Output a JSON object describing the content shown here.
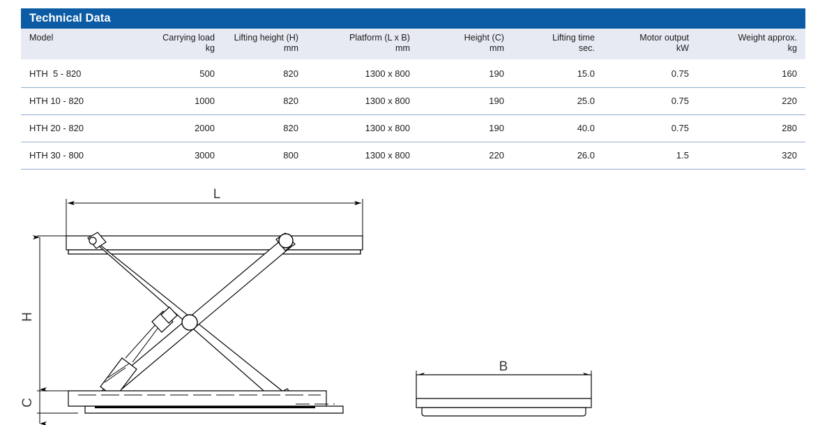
{
  "table": {
    "title": "Technical Data",
    "accent_color": "#0b5ca5",
    "header_bg": "#e8eaf3",
    "rule_color": "#8faccb",
    "columns": [
      {
        "label": "Model",
        "unit": "",
        "align": "left"
      },
      {
        "label": "Carrying load",
        "unit": "kg",
        "align": "right"
      },
      {
        "label": "Lifting height (H)",
        "unit": "mm",
        "align": "right"
      },
      {
        "label": "Platform (L x B)",
        "unit": "mm",
        "align": "right"
      },
      {
        "label": "Height (C)",
        "unit": "mm",
        "align": "right"
      },
      {
        "label": "Lifting time",
        "unit": "sec.",
        "align": "right"
      },
      {
        "label": "Motor output",
        "unit": "kW",
        "align": "right"
      },
      {
        "label": "Weight approx.",
        "unit": "kg",
        "align": "right"
      }
    ],
    "rows": [
      [
        "HTH  5 - 820",
        "500",
        "820",
        "1300 x 800",
        "190",
        "15.0",
        "0.75",
        "160"
      ],
      [
        "HTH 10 - 820",
        "1000",
        "820",
        "1300 x 800",
        "190",
        "25.0",
        "0.75",
        "220"
      ],
      [
        "HTH 20 - 820",
        "2000",
        "820",
        "1300 x 800",
        "190",
        "40.0",
        "0.75",
        "280"
      ],
      [
        "HTH 30 - 800",
        "3000",
        "800",
        "1300 x 800",
        "220",
        "26.0",
        "1.5",
        "320"
      ]
    ]
  },
  "drawing": {
    "side_view": {
      "name": "scissor-lift-side-view",
      "dimensions": {
        "length": "L",
        "lift_height": "H",
        "closed_height": "C"
      }
    },
    "end_view": {
      "name": "scissor-lift-end-view",
      "dimensions": {
        "width": "B"
      }
    },
    "line_color": "#000000"
  }
}
